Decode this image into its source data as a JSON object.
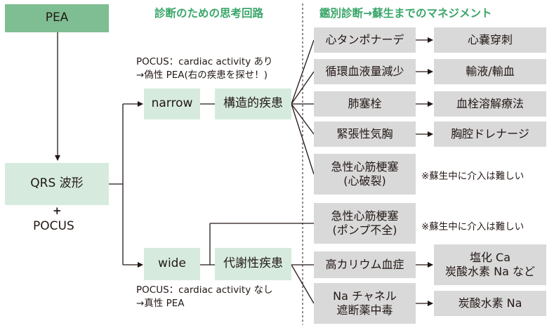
{
  "headers": {
    "left": "診断のための思考回路",
    "right": "鑑別診断→蘇生までのマネジメント"
  },
  "nodes": {
    "pea": "PEA",
    "qrs": "QRS 波形",
    "plus": "+",
    "pocus": "POCUS",
    "narrow": "narrow",
    "wide": "wide",
    "structural": "構造的疾患",
    "metabolic": "代謝性疾患"
  },
  "notes": {
    "narrow_line1": "POCUS：cardiac activity あり",
    "narrow_line2": "→偽性 PEA(右の疾患を探せ！)",
    "wide_line1": "POCUS：cardiac activity なし",
    "wide_line2": "→真性 PEA"
  },
  "differentials": [
    {
      "cause": "心タンポナーデ",
      "management": "心嚢穿刺"
    },
    {
      "cause": "循環血液量減少",
      "management": "輸液/輸血"
    },
    {
      "cause": "肺塞栓",
      "management": "血栓溶解療法"
    },
    {
      "cause": "緊張性気胸",
      "management": "胸腔ドレナージ"
    },
    {
      "cause_line1": "急性心筋梗塞",
      "cause_line2": "(心破裂)",
      "note": "※蘇生中に介入は難しい"
    },
    {
      "cause_line1": "急性心筋梗塞",
      "cause_line2": "(ポンプ不全)",
      "note": "※蘇生中に介入は難しい"
    },
    {
      "cause": "高カリウム血症",
      "management_line1": "塩化 Ca",
      "management_line2": "炭酸水素 Na など"
    },
    {
      "cause_line1": "Na チャネル",
      "cause_line2": "遮断薬中毒",
      "management": "炭酸水素 Na"
    }
  ],
  "colors": {
    "header": "#3aa66a",
    "dark_box": "#7fbd93",
    "light_box": "#d6ebdd",
    "gray_box": "#d9d9d9",
    "line": "#231815"
  }
}
